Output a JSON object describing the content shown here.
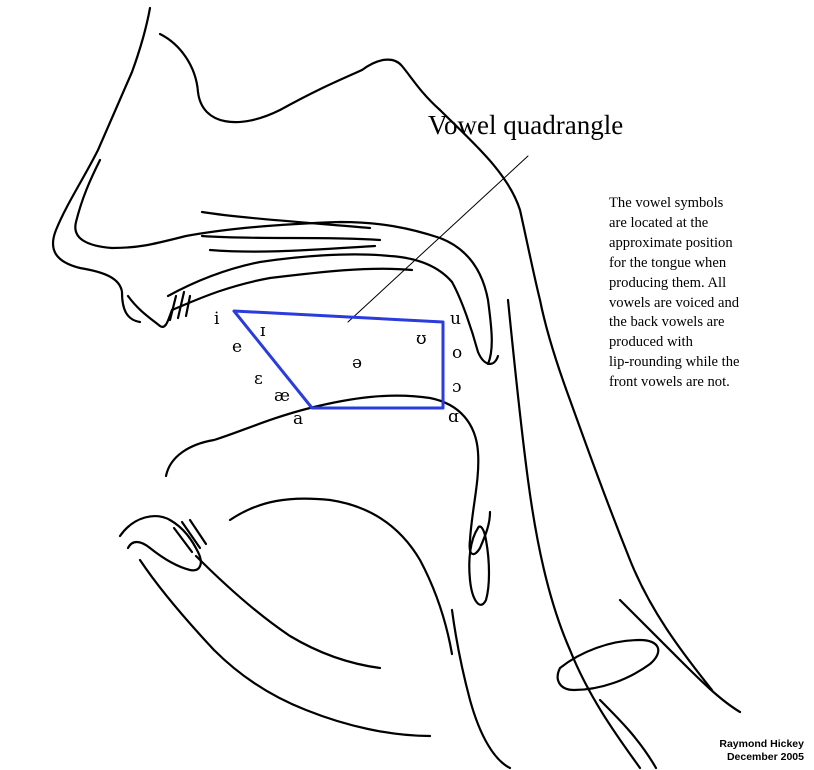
{
  "title": "Vowel quadrangle",
  "description_lines": [
    "The vowel symbols",
    "are located at the",
    "approximate position",
    "for the tongue when",
    "producing them. All",
    "vowels are voiced and",
    "the back vowels are",
    "produced with",
    "lip-rounding while the",
    "front vowels are not."
  ],
  "credit": {
    "author": "Raymond Hickey",
    "date": "December 2005"
  },
  "vowels": {
    "i": "i",
    "ɪ": "ɪ",
    "e": "e",
    "ɛ": "ɛ",
    "æ": "æ",
    "a": "a",
    "ə": "ə",
    "ʊ": "ʊ",
    "u": "u",
    "o": "o",
    "ɔ": "ɔ",
    "ɑ": "ɑ"
  },
  "colors": {
    "quadrangle": "#2a3cdc",
    "outline": "#000000"
  }
}
